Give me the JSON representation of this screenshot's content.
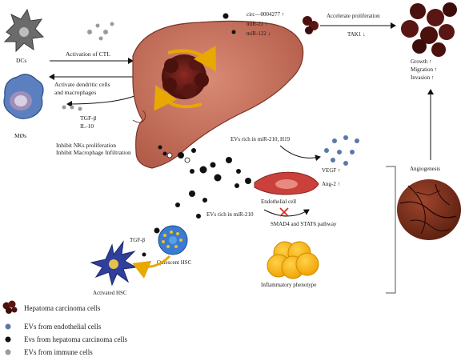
{
  "labels": {
    "dcs": "DCs",
    "mos": "MØs",
    "activation_ctl": "Activation of CTL",
    "activate_dc_line1": "Activate dendritic cells",
    "activate_dc_line2": "and macrophages",
    "tgf_il10_line1": "TGF-β",
    "tgf_il10_line2": "IL-10",
    "inhibit_line1": "Inhibit NKs proliferation",
    "inhibit_line2": "Inhibit Macrophage Infiltration",
    "circ": "circ—0004277 ↑",
    "mir21": "miR-21 ↑",
    "mir122": "miR-122 ↓",
    "accelerate": "Accelerate proliferation",
    "tak1": "TAK1 ↓",
    "growth": "Growth ↑",
    "migration": "Migration ↑",
    "invasion": "Invasion ↑",
    "evs_h19": "EVs rich in miR-210, H19",
    "vegf": "VEGF ↑",
    "ang2": "Ang-2 ↑",
    "endothelial_cell": "Endothelial cell",
    "angiogenesis": "Angiogenesis",
    "evs_mir210": "EVs rich in miR-210",
    "smad": "SMAD4 and STAT6 pathway",
    "tgfb_hsc": "TGF-β",
    "activated_hsc": "Activated HSC",
    "quiescent_hsc": "Quiescent HSC",
    "inflammatory": "Inflammatory phenotype"
  },
  "legend": [
    {
      "icon": "hepatoma-cluster-icon",
      "label": "Hepatoma carcinoma cells"
    },
    {
      "icon": "blue-ev-icon",
      "label": "EVs from endothelial cells"
    },
    {
      "icon": "black-ev-icon",
      "label": "Evs from hepatoma carcinoma cells"
    },
    {
      "icon": "gray-ev-icon",
      "label": "EVs from immune cells"
    }
  ],
  "colors": {
    "liver": "#c8705c",
    "tumor": "#5a1612",
    "endothelial_ev": "#5b78a8",
    "hepatoma_ev": "#111111",
    "immune_ev": "#9a9a9a",
    "hsc_yellow": "#f2b400",
    "inflammatory": "#f6a800"
  }
}
